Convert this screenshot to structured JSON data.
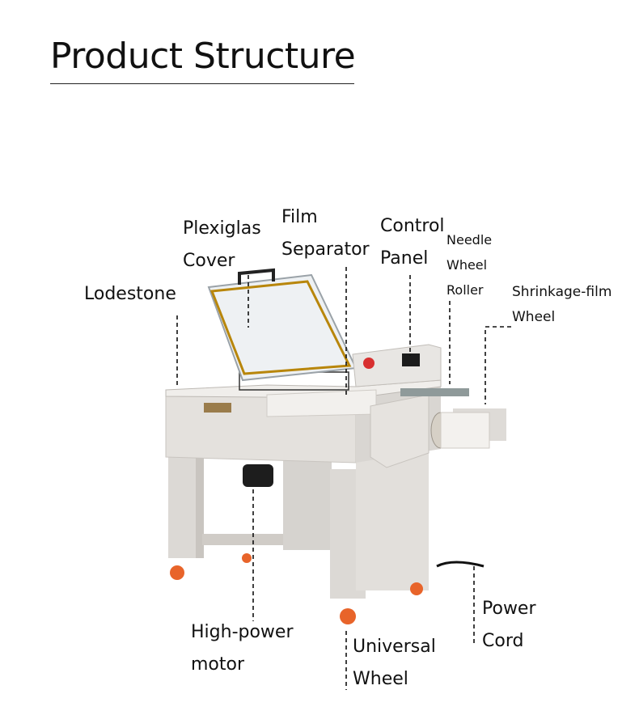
{
  "page": {
    "title": "Product Structure"
  },
  "labels": {
    "lodestone": [
      "Lodestone"
    ],
    "plexiglas_cover": [
      "Plexiglas",
      "Cover"
    ],
    "film_separator": [
      "Film",
      "Separator"
    ],
    "control_panel": [
      "Control",
      "Panel"
    ],
    "needle_wheel_roller": [
      "Needle",
      "Wheel",
      "Roller"
    ],
    "shrinkage_film_wheel": [
      "Shrinkage-film",
      "Wheel"
    ],
    "high_power_motor": [
      "High-power",
      "motor"
    ],
    "universal_wheel": [
      "Universal",
      "Wheel"
    ],
    "power_cord": [
      "Power",
      "Cord"
    ]
  },
  "colors": {
    "machine_body": "#e4e1dd",
    "machine_shadow": "#c9c5c0",
    "frame_edge": "#b8860b",
    "caster": "#e8642a",
    "leader_line": "#111111"
  }
}
